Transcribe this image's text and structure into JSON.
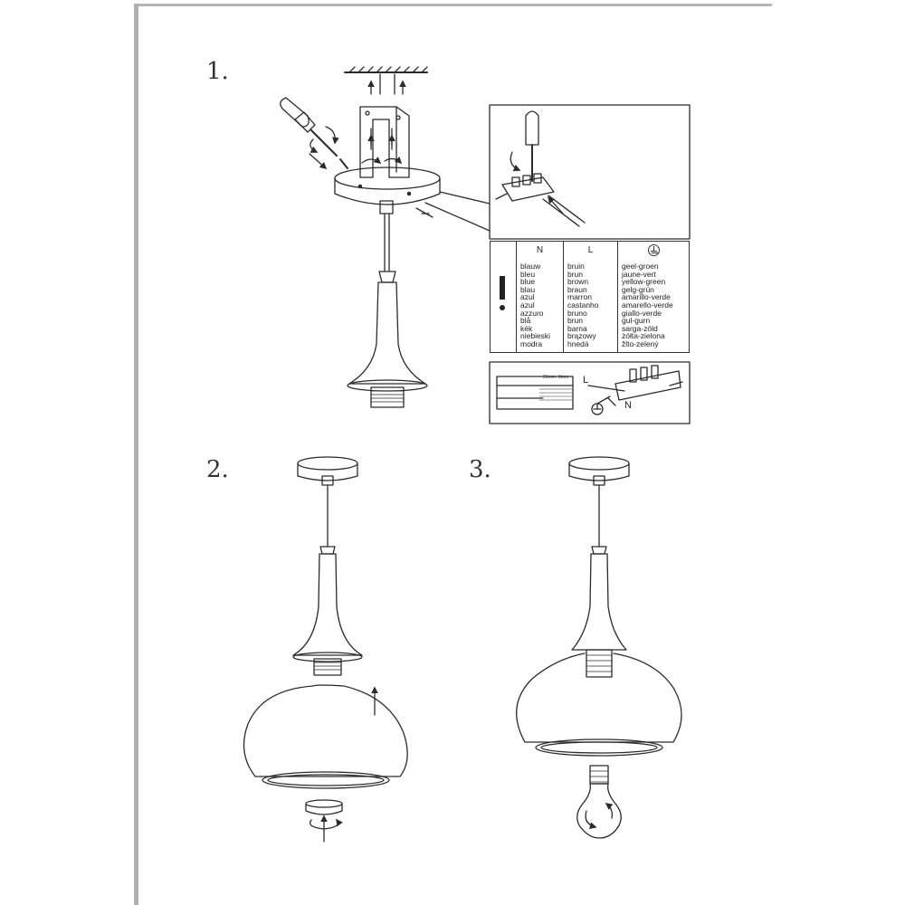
{
  "steps": {
    "step1": "1.",
    "step2": "2.",
    "step3": "3."
  },
  "wiring_table": {
    "neutral_header": "N",
    "live_header": "L",
    "earth_icon": "earth-ground-icon",
    "neutral": [
      "blauw",
      "bleu",
      "blue",
      "blau",
      "azul",
      "azul",
      "azzuro",
      "blå",
      "kék",
      "niebieski",
      "modra"
    ],
    "live": [
      "bruin",
      "brun",
      "brown",
      "braun",
      "marron",
      "castanho",
      "bruno",
      "brun",
      "barna",
      "brązowy",
      "hnedá"
    ],
    "earth": [
      "geel-groen",
      "jaune-vert",
      "yellow-green",
      "gelg-grün",
      "amarillo-verde",
      "amarello-verde",
      "giallo-verde",
      "gul-gurn",
      "sarga-zöld",
      "żółta-zielona",
      "žlto-zelený"
    ]
  },
  "terminal_detail": {
    "live_label": "L",
    "neutral_label": "N",
    "strip_left": "20mm",
    "strip_right": "8mm"
  },
  "colors": {
    "line": "#2b2b2b",
    "background": "#ffffff",
    "border_scan": "#9a9a9a"
  }
}
